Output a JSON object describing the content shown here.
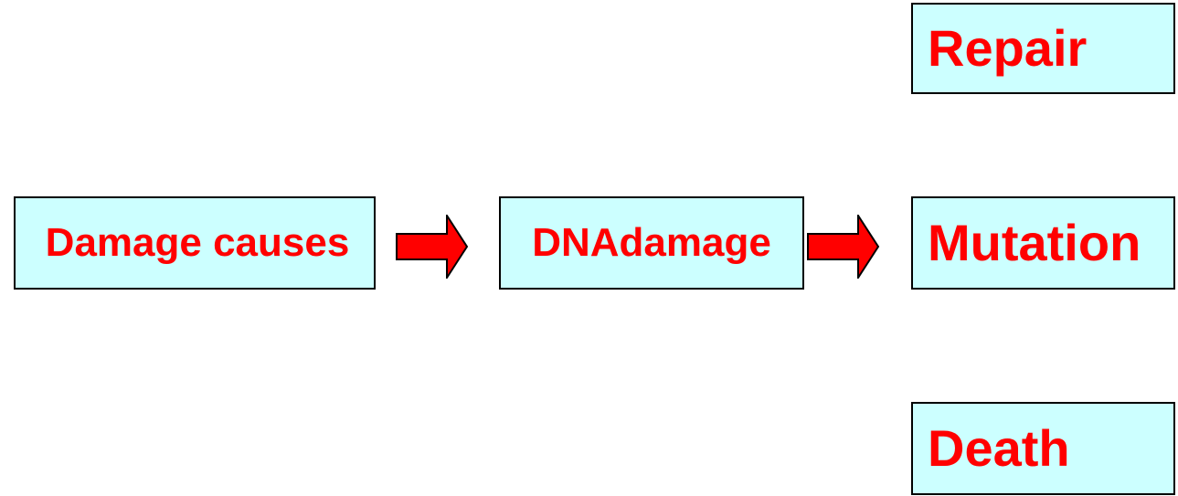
{
  "colors": {
    "box_fill": "#ccffff",
    "box_border": "#000000",
    "text": "#ff0000",
    "arrow_fill": "#ff0000",
    "arrow_stroke": "#000000"
  },
  "nodes": {
    "damage_causes": "Damage causes",
    "dna_damage": "DNAdamage",
    "repair": "Repair",
    "mutation": "Mutation",
    "death": "Death"
  },
  "arrows": [
    {
      "from": "Damage causes",
      "to": "DNAdamage",
      "icon": "right-arrow-icon"
    },
    {
      "from": "DNAdamage",
      "to": "Mutation",
      "icon": "right-arrow-icon"
    }
  ]
}
